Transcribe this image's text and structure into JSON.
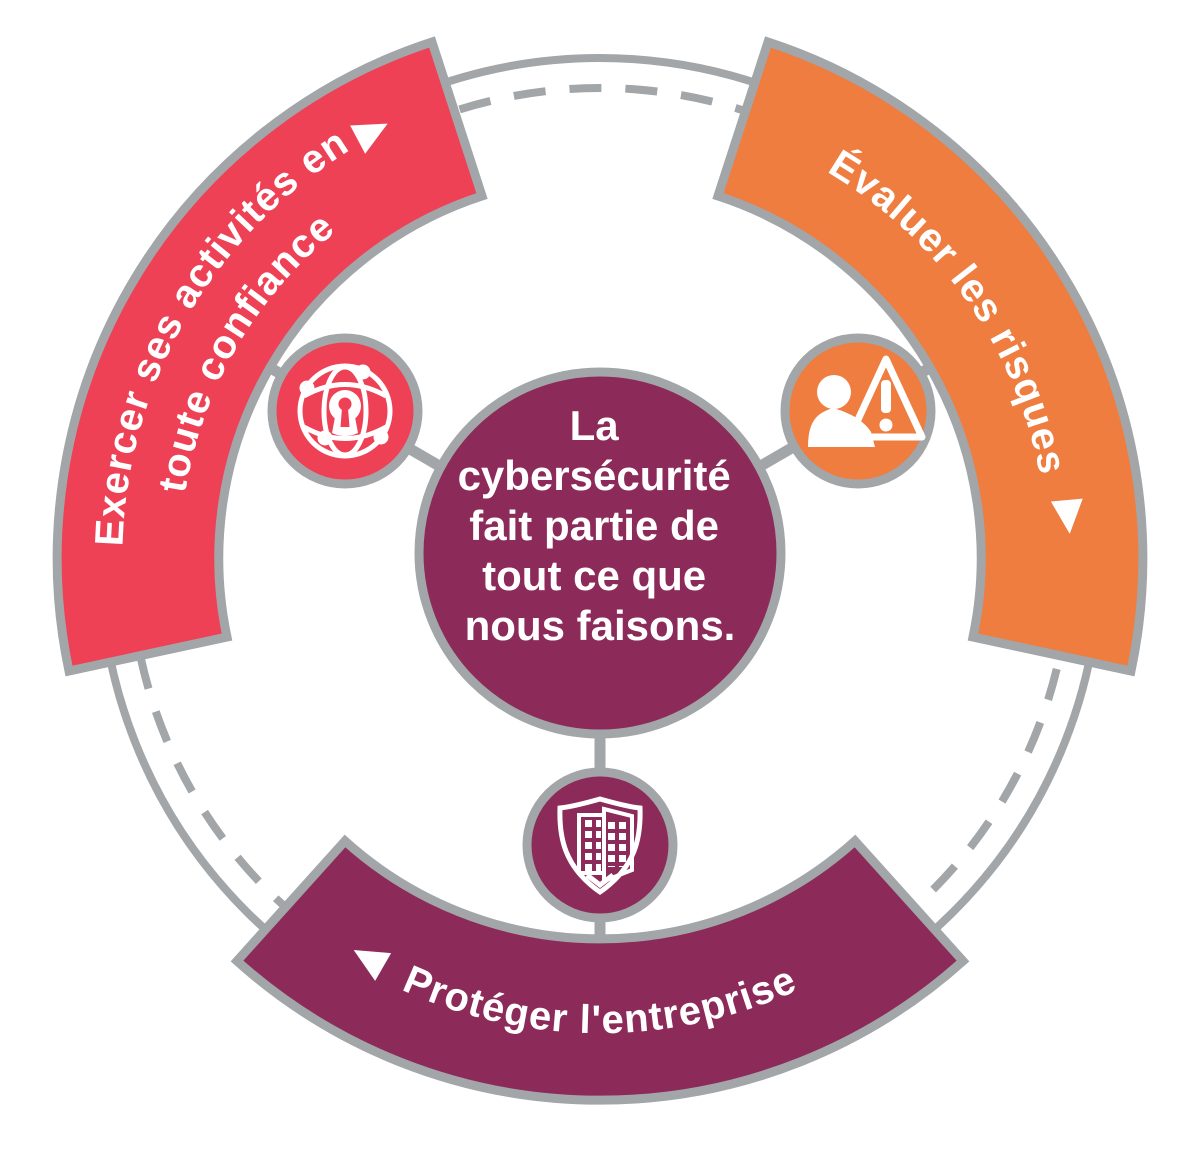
{
  "diagram": {
    "type": "cycle-wheel",
    "flow_direction": "clockwise",
    "center": {
      "full_text": "La cybersécurité fait partie de tout ce que nous faisons.",
      "lines": [
        "La",
        "cybersécurité",
        "fait partie de",
        "tout ce que",
        "nous faisons."
      ]
    },
    "segments": [
      {
        "id": "exercer-confiance",
        "position": "top-left",
        "labels": [
          "Exercer ses activités en",
          "toute confiance"
        ],
        "color": "#ee4156",
        "icon": "globe-keyhole-network-icon",
        "arrow": "triangle-clockwise"
      },
      {
        "id": "evaluer-risques",
        "position": "top-right",
        "labels": [
          "Évaluer les risques"
        ],
        "color": "#ee7d3f",
        "icon": "person-warning-triangle-icon",
        "arrow": "triangle-clockwise"
      },
      {
        "id": "proteger-entreprise",
        "position": "bottom",
        "labels": [
          "Protéger l'entreprise"
        ],
        "color": "#8c2b59",
        "icon": "shield-building-icon",
        "arrow": "triangle-clockwise"
      }
    ],
    "colors": {
      "red": "#ee4156",
      "orange": "#ee7d3f",
      "maroon": "#8c2b59",
      "gray": "#a2a6a9",
      "white": "#ffffff",
      "background": "#ffffff"
    }
  }
}
